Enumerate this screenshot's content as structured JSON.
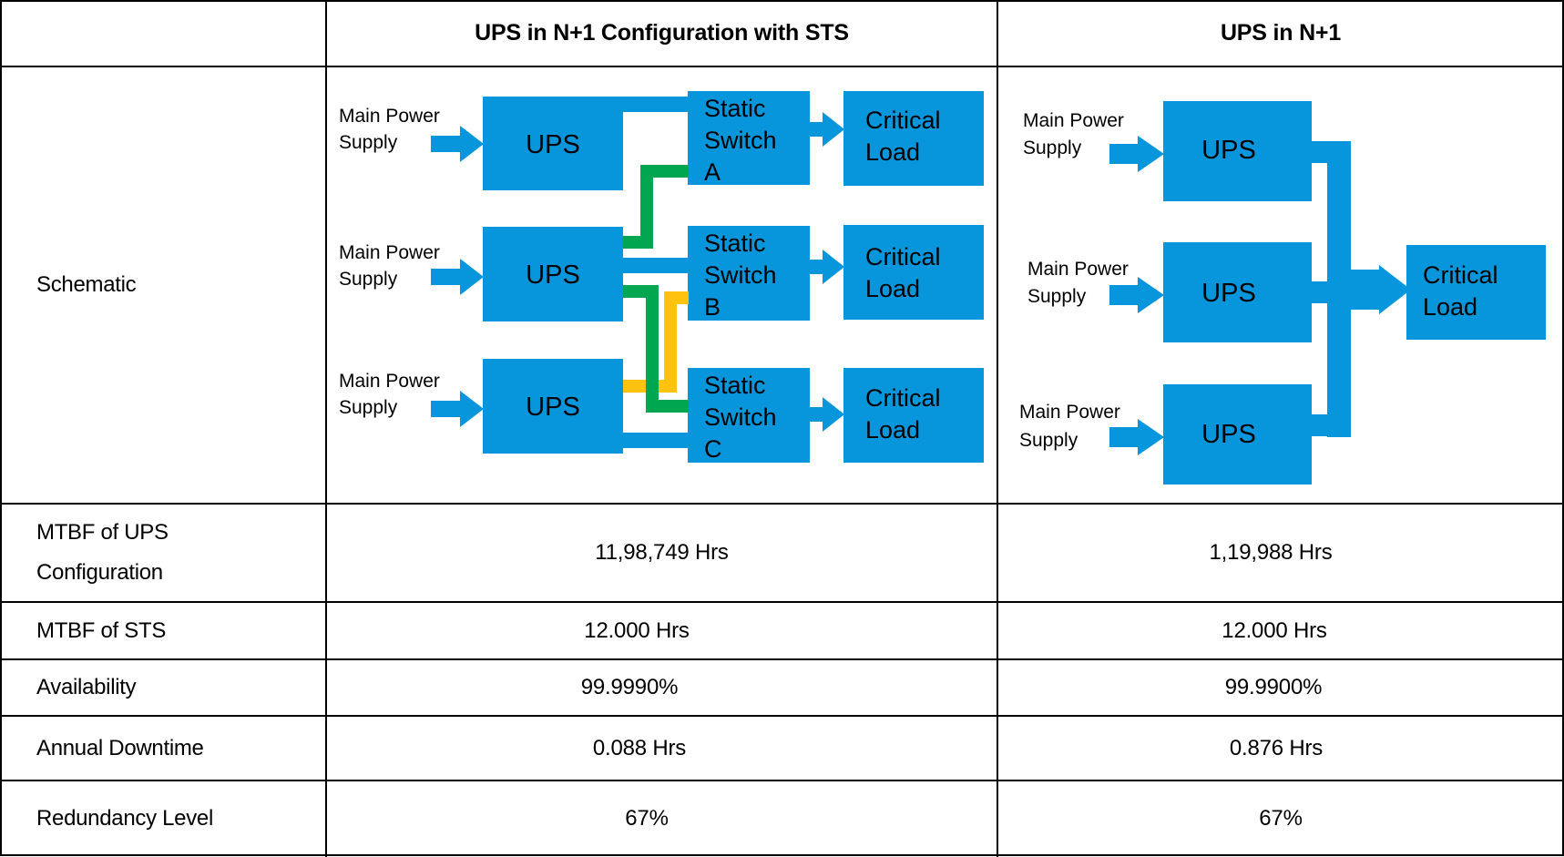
{
  "columns": {
    "empty": "",
    "config_a": "UPS in N+1 Configuration with STS",
    "config_b": "UPS in N+1"
  },
  "rows": {
    "schematic": "Schematic",
    "mtbf_ups": "MTBF of UPS Configuration",
    "mtbf_sts": "MTBF of STS",
    "availability": "Availability",
    "annual_downtime": "Annual Downtime",
    "redundancy_level": "Redundancy Level"
  },
  "values_a": {
    "mtbf_ups": "11,98,749 Hrs",
    "mtbf_sts": "12.000 Hrs",
    "availability": "99.9990%",
    "annual_downtime": "0.088 Hrs",
    "redundancy_level": "67%"
  },
  "values_b": {
    "mtbf_ups": "1,19,988 Hrs",
    "mtbf_sts": "12.000 Hrs",
    "availability": "99.9900%",
    "annual_downtime": "0.876 Hrs",
    "redundancy_level": "67%"
  },
  "schematic_a": {
    "supply_label_1": "Main Power",
    "supply_label_2": "Supply",
    "ups": "UPS",
    "switch_line_1": "Static",
    "switch_line_2": "Switch",
    "switch_ids": [
      "A",
      "B",
      "C"
    ],
    "load_line_1": "Critical",
    "load_line_2": "Load"
  },
  "schematic_b": {
    "supply_label_1": "Main Power",
    "supply_label_2": "Supply",
    "ups": "UPS",
    "load_line_1": "Critical",
    "load_line_2": "Load"
  },
  "colors": {
    "block_blue": "#0796DB",
    "path_green": "#00A650",
    "path_yellow": "#FFC20E",
    "grid_line": "#000000"
  }
}
